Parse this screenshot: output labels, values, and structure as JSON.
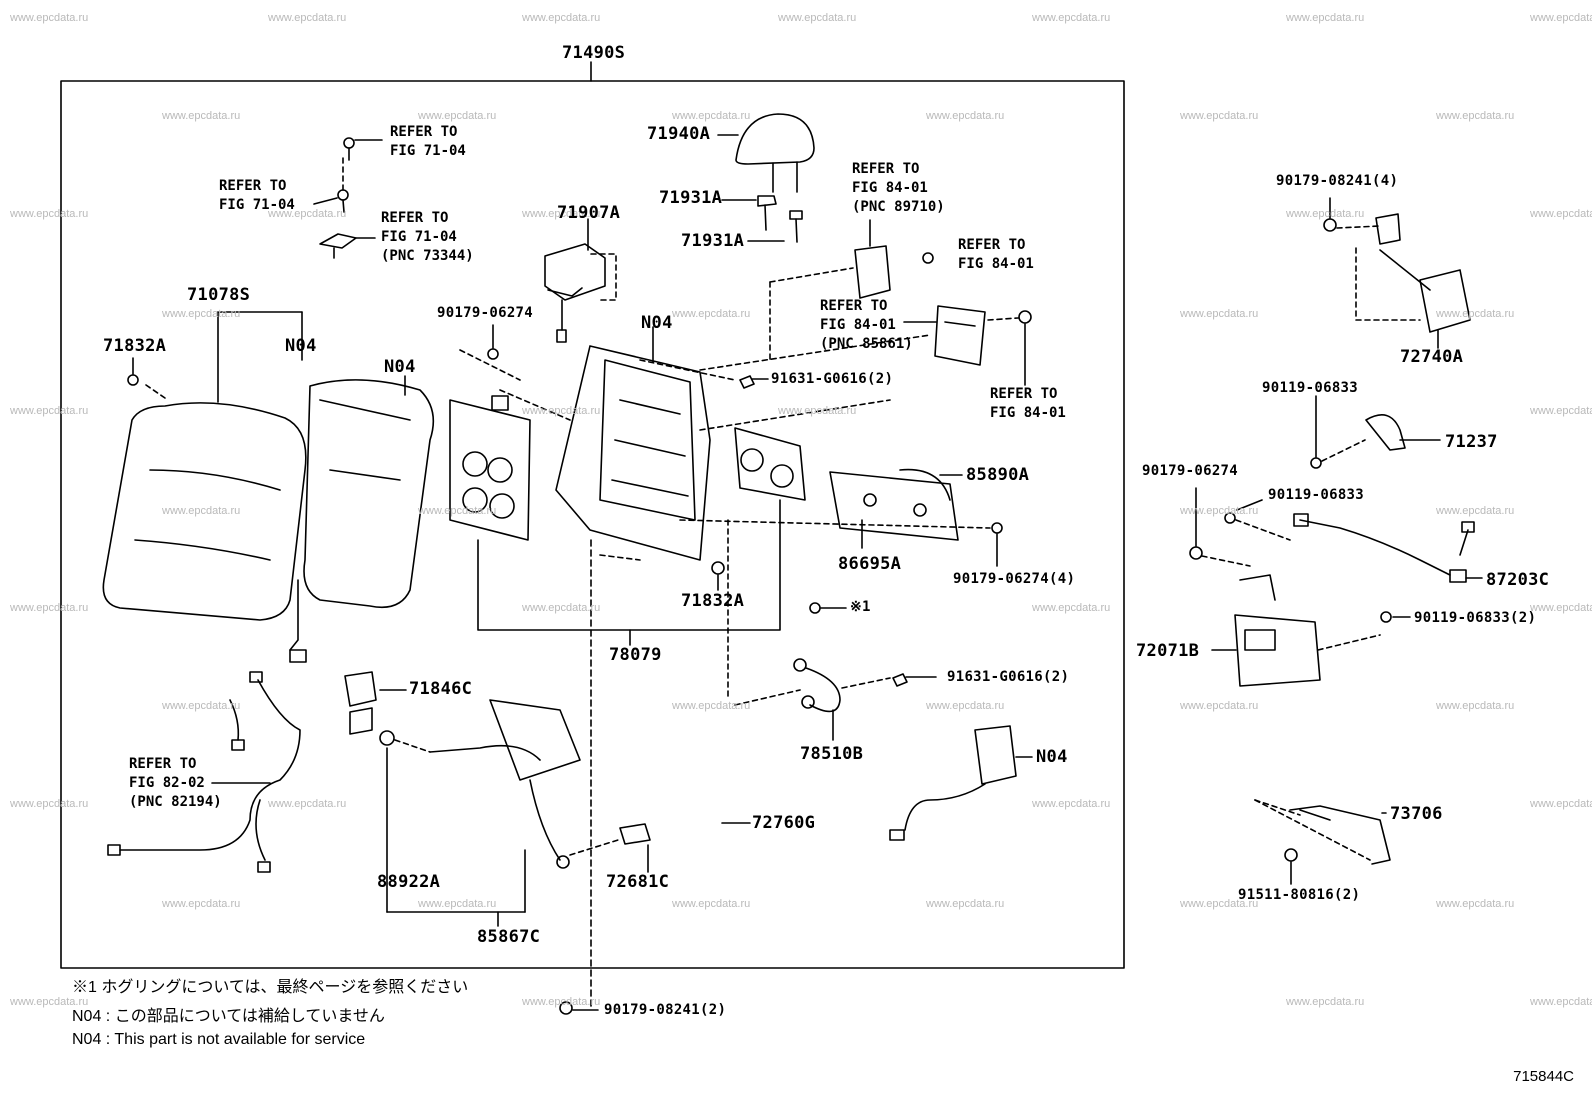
{
  "watermark": "www.epcdata.ru",
  "figure_code": "715844C",
  "assembly": "71490S",
  "parts": {
    "p71940A": "71940A",
    "p71931A_1": "71931A",
    "p71931A_2": "71931A",
    "p71907A": "71907A",
    "p71078S": "71078S",
    "p71832A_1": "71832A",
    "n04_1": "N04",
    "n04_2": "N04",
    "n04_3": "N04",
    "p90179_06274": "90179-06274",
    "p91631_g0616_a": "91631-G0616(2)",
    "p85890A": "85890A",
    "p86695A": "86695A",
    "p90179_06274_4": "90179-06274(4)",
    "p71832A_2": "71832A",
    "mark1": "※1",
    "p78079": "78079",
    "p71846C": "71846C",
    "p91631_g0616_b": "91631-G0616(2)",
    "p78510B": "78510B",
    "n04_4": "N04",
    "p72760G": "72760G",
    "p88922A": "88922A",
    "p72681C": "72681C",
    "p85867C": "85867C",
    "p90179_08241_2": "90179-08241(2)",
    "p90179_08241_4": "90179-08241(4)",
    "p72740A": "72740A",
    "p90119_06833_a": "90119-06833",
    "p71237": "71237",
    "p90179_06274_r": "90179-06274",
    "p90119_06833_b": "90119-06833",
    "p87203C": "87203C",
    "p72071B": "72071B",
    "p90119_06833_2": "90119-06833(2)",
    "p73706": "73706",
    "p91511_80816": "91511-80816(2)"
  },
  "refs": {
    "r1": [
      "REFER TO",
      "FIG 71-04"
    ],
    "r2": [
      "REFER TO",
      "FIG 71-04"
    ],
    "r3": [
      "REFER TO",
      "FIG 71-04",
      "(PNC 73344)"
    ],
    "r4": [
      "REFER TO",
      "FIG 84-01",
      "(PNC 89710)"
    ],
    "r5": [
      "REFER TO",
      "FIG 84-01"
    ],
    "r6": [
      "REFER TO",
      "FIG 84-01",
      "(PNC 85861)"
    ],
    "r7": [
      "REFER TO",
      "FIG 84-01"
    ],
    "r8": [
      "REFER TO",
      "FIG 82-02",
      "(PNC 82194)"
    ]
  },
  "notes": [
    "※1 ホグリングについては、最終ページを参照ください",
    "N04 : この部品については補給していません",
    "N04 : This part is not available for service"
  ]
}
